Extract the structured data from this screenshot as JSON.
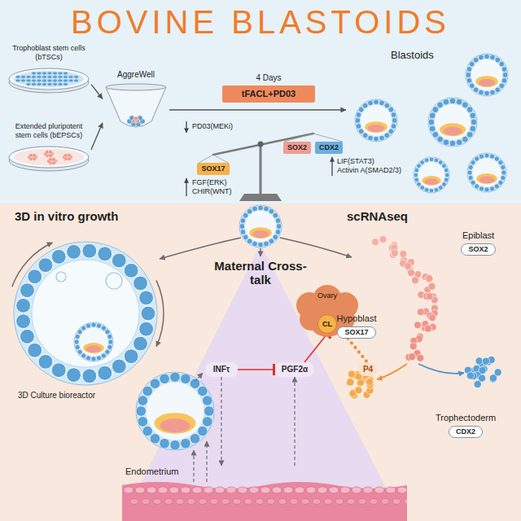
{
  "diagram": {
    "title": "BOVINE BLASTOIDS",
    "nodes": [
      {
        "text": [
          "Trophoblast stem cells (bTSCs)"
        ]
      },
      {
        "text": [
          "AggreWell"
        ]
      },
      {
        "text": [
          "4 Days",
          "tFACL+PD03"
        ]
      },
      {
        "text": [
          "Blastoids"
        ]
      },
      {
        "text": [
          "Extended pluripotent stem cells (bEPSCs)"
        ]
      },
      {
        "text": [
          "SOX17"
        ]
      },
      {
        "text": [
          "SOX2"
        ]
      },
      {
        "text": [
          "CDX2"
        ]
      },
      {
        "text": [
          "Epiblast",
          "SOX2"
        ]
      },
      {
        "text": [
          "Ovary"
        ]
      },
      {
        "text": [
          "CL"
        ],
        "in": 9
      },
      {
        "text": [
          "P4"
        ]
      },
      {
        "text": [
          "Hypoblast",
          "SOX17"
        ]
      },
      {
        "text": [
          "INFτ"
        ]
      },
      {
        "text": [
          "PGF2α"
        ]
      },
      {
        "text": [
          "Trophectoderm",
          "CDX2"
        ]
      },
      {
        "text": [
          "Endometrium"
        ]
      }
    ],
    "edges": [
      {
        "from": 0,
        "to": 1,
        "arrow": "to"
      },
      {
        "from": 4,
        "to": 1,
        "arrow": "to"
      },
      {
        "from": 1,
        "to": 3,
        "arrow": "to"
      },
      {
        "from": 13,
        "to": 14,
        "arrow": "to"
      },
      {
        "from": 14,
        "to": 10,
        "arrow": "to"
      },
      {
        "from": 10,
        "to": 11,
        "arrow": "none"
      },
      {
        "from": 13,
        "to": 16,
        "arrow": "to"
      },
      {
        "from": 16,
        "to": 14,
        "arrow": "to"
      }
    ],
    "labels": [
      "PD03(MEKi)",
      "FGF(ERK)",
      "CHIR(WNT)",
      "LIF(STAT3)",
      "Activin A(SMAD2/3)",
      "3D in vitro growth",
      "3D Culture bioreactor",
      "scRNAseq",
      "Maternal Cross-talk"
    ]
  }
}
